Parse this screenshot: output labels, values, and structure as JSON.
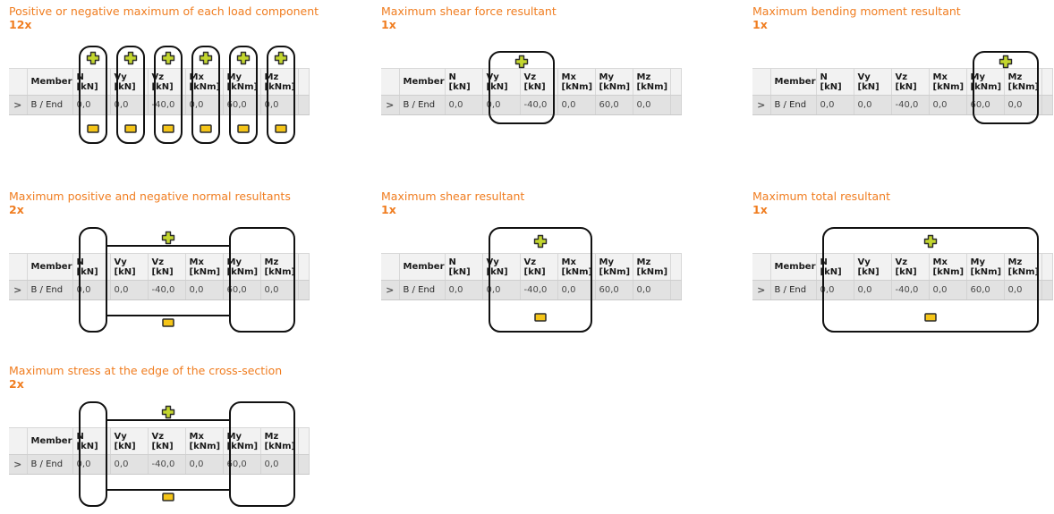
{
  "table": {
    "columns": [
      {
        "key": "expander",
        "label": "",
        "unit": ""
      },
      {
        "key": "member",
        "label": "Member",
        "unit": ""
      },
      {
        "key": "N",
        "label": "N",
        "unit": "[kN]"
      },
      {
        "key": "Vy",
        "label": "Vy",
        "unit": "[kN]"
      },
      {
        "key": "Vz",
        "label": "Vz",
        "unit": "[kN]"
      },
      {
        "key": "Mx",
        "label": "Mx",
        "unit": "[kNm]"
      },
      {
        "key": "My",
        "label": "My",
        "unit": "[kNm]"
      },
      {
        "key": "Mz",
        "label": "Mz",
        "unit": "[kNm]"
      },
      {
        "key": "tail",
        "label": "",
        "unit": ""
      }
    ],
    "row": {
      "expander": ">",
      "member": "B / End",
      "N": "0,0",
      "Vy": "0,0",
      "Vz": "-40,0",
      "Mx": "0,0",
      "My": "60,0",
      "Mz": "0,0",
      "tail": ""
    }
  },
  "icons": {
    "plus": "plus-icon",
    "minus": "minus-icon",
    "expander": "chevron-right-icon"
  },
  "colors": {
    "title": "#f07d20",
    "outline": "#111111",
    "plus_fill": "#c3d62e",
    "minus_fill": "#f5c518",
    "header_bg": "#f2f2f2",
    "row_bg": "#e2e2e2"
  },
  "panels": [
    {
      "id": "positive-negative-maximum",
      "title": "Positive or negative maximum of each load component",
      "count": "12x"
    },
    {
      "id": "maximum-shear-force-resultant",
      "title": "Maximum shear force resultant",
      "count": "1x"
    },
    {
      "id": "maximum-bending-moment-resultant",
      "title": "Maximum bending moment resultant",
      "count": "1x"
    },
    {
      "id": "maximum-positive-negative-normal-resultants",
      "title": "Maximum positive and negative normal resultants",
      "count": "2x"
    },
    {
      "id": "maximum-shear-resultant",
      "title": "Maximum shear resultant",
      "count": "1x"
    },
    {
      "id": "maximum-total-resultant",
      "title": "Maximum total resultant",
      "count": "1x"
    },
    {
      "id": "maximum-stress-edge-cross-section",
      "title": "Maximum stress at the edge of the cross-section",
      "count": "2x"
    }
  ]
}
